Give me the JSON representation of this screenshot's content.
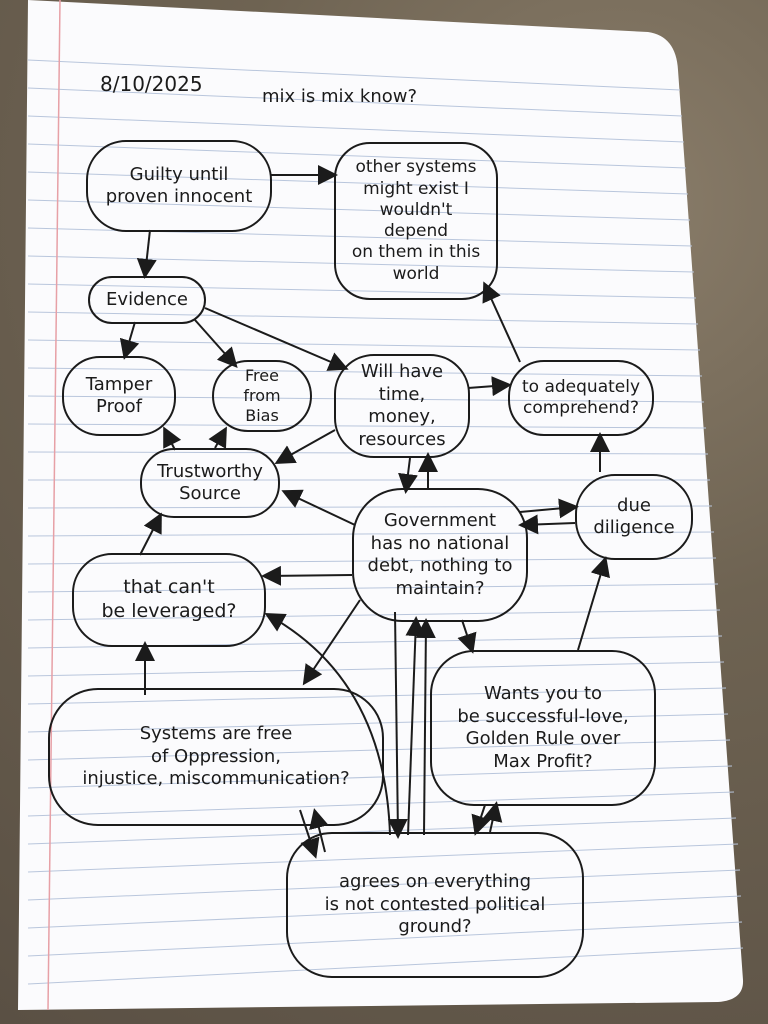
{
  "header": {
    "date": "8/10/2025",
    "note": "mix is mix know?"
  },
  "nodes": {
    "guilty": "Guilty until\nproven innocent",
    "other_systems": "other systems\nmight exist I\nwouldn't depend\non them in this\nworld",
    "evidence": "Evidence",
    "tamper_proof": "Tamper\nProof",
    "free_bias": "Free from\nBias",
    "will_have": "Will have\ntime, money,\nresources",
    "comprehend": "to adequately\ncomprehend?",
    "trustworthy": "Trustworthy\nSource",
    "government": "Government\nhas no national\ndebt, nothing to\nmaintain?",
    "due_diligence": "due\ndiligence",
    "leveraged": "that can't\nbe leveraged?",
    "wants_success": "Wants you to\nbe successful-love,\nGolden Rule over\nMax Profit?",
    "systems_free": "Systems are free\nof Oppression,\ninjustice, miscommunication?",
    "agrees": "agrees on everything\nis not contested political\nground?"
  },
  "colors": {
    "ink": "#1b1b1b",
    "paper": "#fbfbfd",
    "rule": "#b9c6dc",
    "margin": "#e7a0a6"
  }
}
